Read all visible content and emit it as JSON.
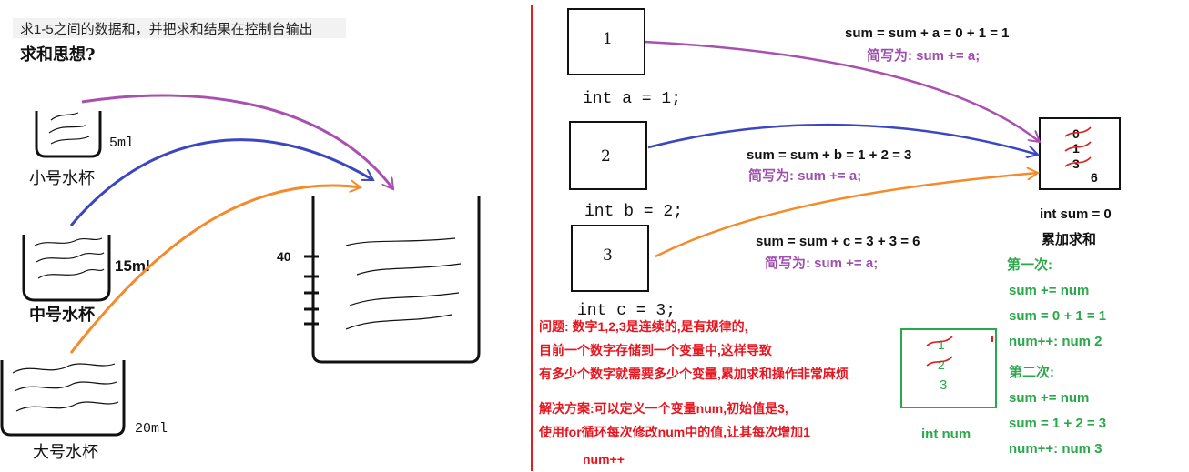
{
  "left": {
    "heading": "求1-5之间的数据和，并把求和结果在控制台输出",
    "subheading": "求和思想?",
    "small_cup": {
      "volume": "5ml",
      "label": "小号水杯"
    },
    "medium_cup": {
      "volume": "15ml",
      "label": "中号水杯"
    },
    "large_cup": {
      "volume": "20ml",
      "label": "大号水杯"
    },
    "beaker_mark": "40"
  },
  "right": {
    "box_a": {
      "value": "1",
      "decl": "int a = 1;"
    },
    "box_b": {
      "value": "2",
      "decl": "int b = 2;"
    },
    "box_c": {
      "value": "3",
      "decl": "int c = 3;"
    },
    "eq_a": "sum = sum + a = 0 + 1 = 1",
    "short_a": "简写为: sum += a;",
    "eq_b": "sum = sum + b = 1 + 2 = 3",
    "short_b": "简写为: sum += a;",
    "eq_c": "sum = sum + c = 3 + 3 = 6",
    "short_c": "简写为: sum += a;",
    "sum_box": {
      "crossed_values": [
        "0",
        "1",
        "3"
      ],
      "current_value": "6",
      "decl": "int sum = 0",
      "caption": "累加求和"
    },
    "problem_lines": [
      "问题: 数字1,2,3是连续的,是有规律的,",
      "目前一个数字存储到一个变量中,这样导致",
      "有多少个数字就需要多少个变量,累加求和操作非常麻烦"
    ],
    "solution_lines": [
      "解决方案:可以定义一个变量num,初始值是3,",
      "使用for循环每次修改num中的值,让其每次增加1",
      "num++"
    ],
    "num_box": {
      "crossed_values": [
        "1",
        "2"
      ],
      "current_value": "3",
      "decl": "int num"
    },
    "loop_steps": [
      "第一次:",
      "sum += num",
      "sum = 0 + 1 = 1",
      "num++: num 2",
      "第二次:",
      "sum += num",
      "sum = 1 + 2 = 3",
      "num++: num 3"
    ]
  },
  "colors": {
    "purple_arrow": "#a84fb0",
    "blue_arrow": "#3a47c0",
    "orange_arrow": "#f48a2a",
    "divider_red": "#e02020",
    "problem_red": "#e8141e",
    "note_purple": "#a04fb0",
    "green": "#2aa84a"
  }
}
